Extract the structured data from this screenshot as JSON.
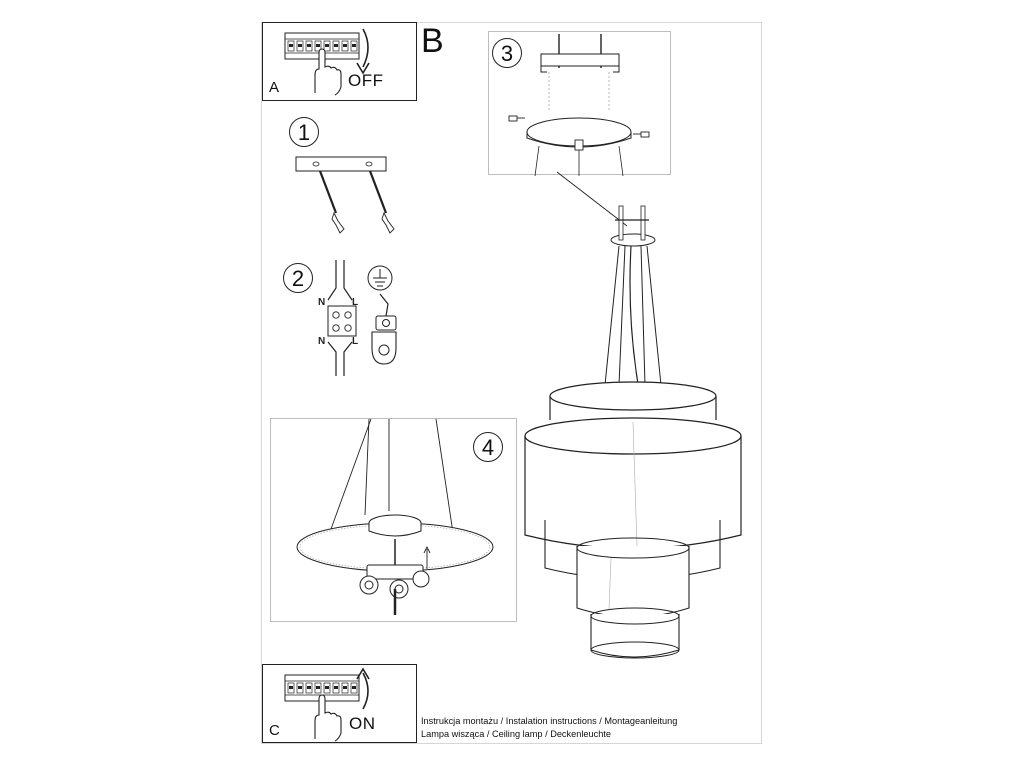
{
  "panels": {
    "panel_a": {
      "letter": "A",
      "state": "OFF"
    },
    "panel_b": {
      "letter": "B"
    },
    "panel_c": {
      "letter": "C",
      "state": "ON"
    }
  },
  "steps": [
    "1",
    "2",
    "3",
    "4"
  ],
  "wiring": {
    "neutral": "N",
    "live": "L"
  },
  "footer": {
    "line1": "Instrukcja montażu / Instalation instructions / Montageanleitung",
    "line2": "Lampa wisząca / Ceiling lamp / Deckenleuchte"
  },
  "icons": [
    "circuit-breaker-icon",
    "hand-icon",
    "arrow-down-icon",
    "arrow-up-icon",
    "earth-ground-icon",
    "terminal-block-icon"
  ],
  "colors": {
    "line": "#222222",
    "frame": "#d6d6d6",
    "background": "#ffffff"
  }
}
